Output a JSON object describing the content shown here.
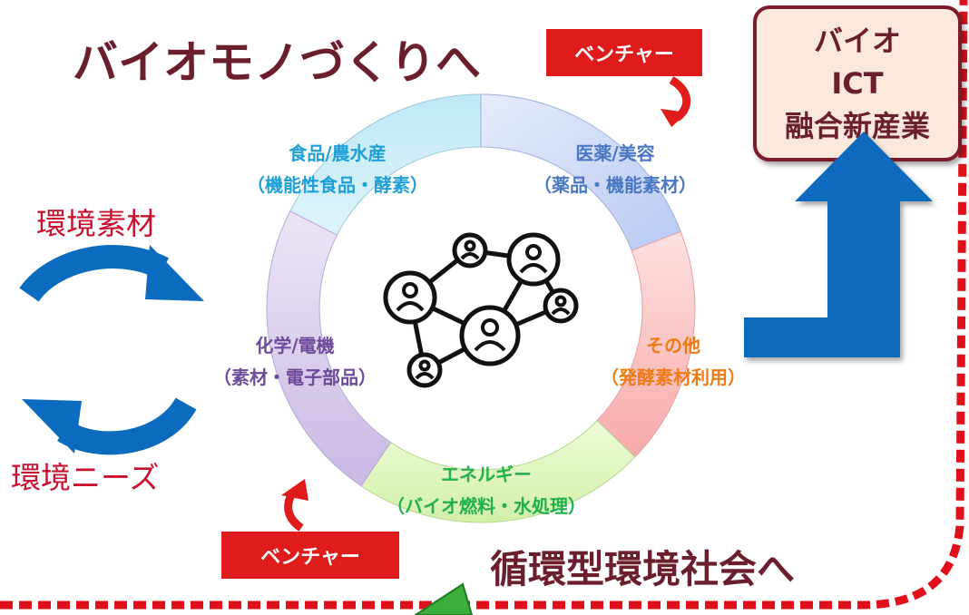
{
  "title_top": "バイオモノづくりへ",
  "title_bottom": "循環型環境社会へ",
  "venture_top": "ベンチャー",
  "venture_bottom": "ベンチャー",
  "industry_box": {
    "line1": "バイオ",
    "line2": "ICT",
    "line3": "融合新産業"
  },
  "left_labels": {
    "top": "環境素材",
    "bottom": "環境ニーズ"
  },
  "segments": {
    "food": {
      "title": "食品/農水産",
      "sub": "（機能性食品・酵素）"
    },
    "medical": {
      "title": "医薬/美容",
      "sub": "（薬品・機能素材）"
    },
    "other": {
      "title": "その他",
      "sub": "（発酵素材利用）"
    },
    "energy": {
      "title": "エネルギー",
      "sub": "（バイオ燃料・水処理）"
    },
    "chemical": {
      "title": "化学/電機",
      "sub": "（素材・電子部品）"
    }
  },
  "colors": {
    "title": "#6b1e2b",
    "venture_bg": "#e01b1b",
    "box_border": "#7a1e2a",
    "box_bg": "#fce9dc",
    "arrow_blue": "#0a6bbf",
    "dash_red": "#e0101a",
    "food": "#1f9fd8",
    "medical": "#4a77c4",
    "other": "#f07a12",
    "energy": "#22b04a",
    "chemical": "#6d4a9a"
  },
  "icons": [
    "network-people-icon",
    "venture-down-arrow-icon",
    "venture-up-arrow-icon",
    "green-arrow-icon"
  ]
}
